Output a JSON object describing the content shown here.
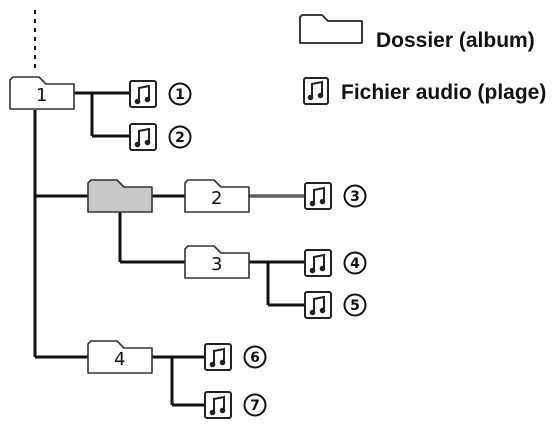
{
  "legend": {
    "folder": "Dossier (album)",
    "file": "Fichier audio (plage)"
  },
  "folders": [
    {
      "id": "f1",
      "label": "1",
      "highlighted": false
    },
    {
      "id": "fg",
      "label": "",
      "highlighted": true
    },
    {
      "id": "f2",
      "label": "2",
      "highlighted": false
    },
    {
      "id": "f3",
      "label": "3",
      "highlighted": false
    },
    {
      "id": "f4",
      "label": "4",
      "highlighted": false
    }
  ],
  "tracks": [
    {
      "id": "t1",
      "label": "1"
    },
    {
      "id": "t2",
      "label": "2"
    },
    {
      "id": "t3",
      "label": "3"
    },
    {
      "id": "t4",
      "label": "4"
    },
    {
      "id": "t5",
      "label": "5"
    },
    {
      "id": "t6",
      "label": "6"
    },
    {
      "id": "t7",
      "label": "7"
    }
  ],
  "colors": {
    "line": "#111111",
    "folder_fill": "#ffffff",
    "folder_highlight_fill": "#c8c8c8",
    "thin_line": "#777777"
  }
}
